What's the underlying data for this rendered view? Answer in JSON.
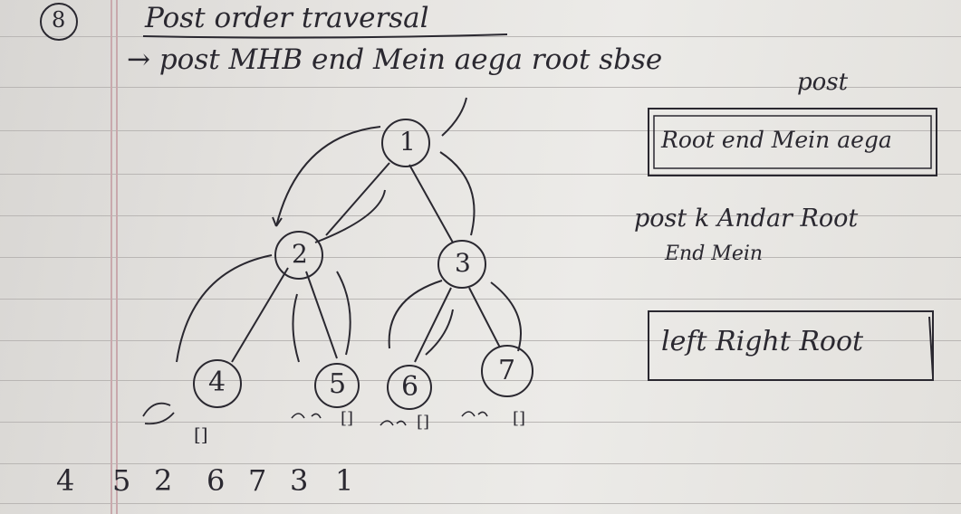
{
  "section_number": "8",
  "heading": "Post order traversal",
  "definition": "→ post MHB end Mein aega root sbse",
  "definition_tail": "post",
  "boxed_rule_1": "Root end Mein aega",
  "note_line_1": "post k Andar Root",
  "note_line_2": "End Mein",
  "boxed_rule_2": "left Right Root",
  "tree": {
    "nodes": [
      "1",
      "2",
      "3",
      "4",
      "5",
      "6",
      "7"
    ],
    "null_marks": [
      "[]",
      "[]",
      "[]",
      "[]",
      "[]",
      "[]",
      "[]",
      "[]"
    ]
  },
  "result_sequence": [
    "4",
    "5",
    "2",
    "6",
    "7",
    "3",
    "1"
  ]
}
